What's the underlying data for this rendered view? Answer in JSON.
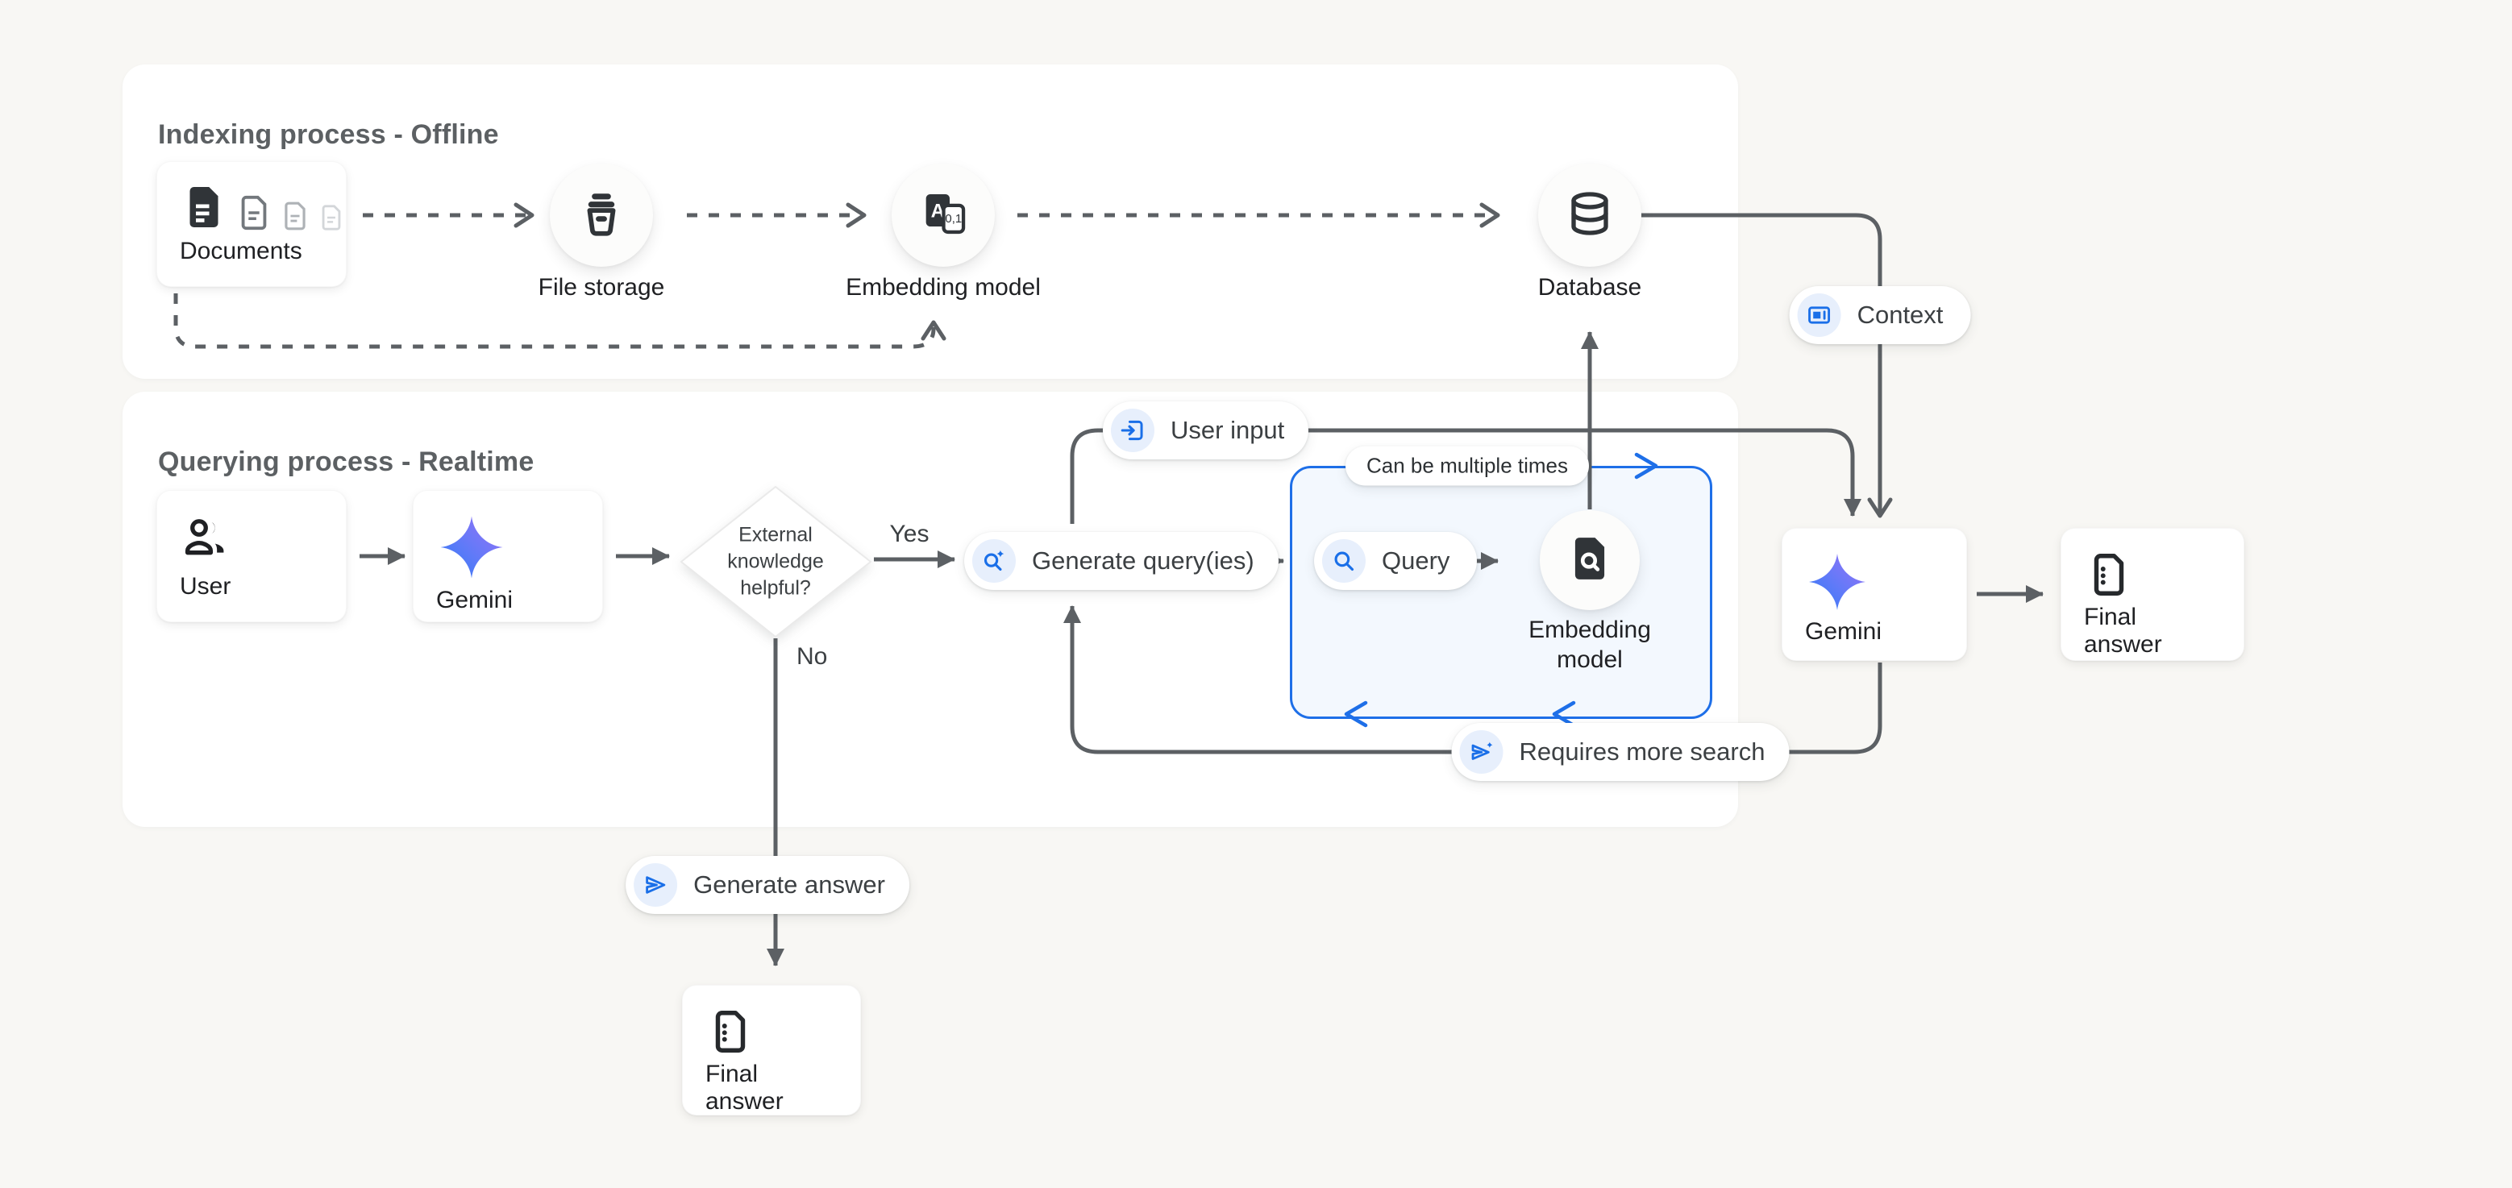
{
  "panels": {
    "indexing": {
      "title": "Indexing process - Offline"
    },
    "querying": {
      "title": "Querying process - Realtime"
    }
  },
  "nodes": {
    "documents": {
      "label": "Documents"
    },
    "file_storage": {
      "label": "File storage"
    },
    "embedding_model_indexing": {
      "label": "Embedding model"
    },
    "database": {
      "label": "Database"
    },
    "user": {
      "label": "User"
    },
    "gemini_query_analysis": {
      "label": "Gemini"
    },
    "decision": {
      "label": "External knowledge helpful?"
    },
    "generate_queries": {
      "label": "Generate query(ies)"
    },
    "query": {
      "label": "Query"
    },
    "embedding_model_query": {
      "label": "Embedding model"
    },
    "gemini_answer": {
      "label": "Gemini"
    },
    "final_answer_right": {
      "label": "Final answer"
    },
    "final_answer_bottom": {
      "label": "Final answer"
    }
  },
  "badges": {
    "context": {
      "label": "Context"
    },
    "user_input": {
      "label": "User input"
    },
    "can_be_multiple_times": {
      "label": "Can be multiple times"
    },
    "requires_more_search": {
      "label": "Requires more search"
    },
    "generate_answer": {
      "label": "Generate answer"
    }
  },
  "edge_labels": {
    "yes": "Yes",
    "no": "No"
  },
  "colors": {
    "background": "#f8f7f4",
    "panel": "#ffffff",
    "connector_gray": "#5c6064",
    "accent_blue": "#1a6fe8",
    "loop_box_fill": "#f3f8fe",
    "badge_icon_bg": "#e7effc",
    "text_primary": "#1f2023",
    "text_secondary": "#5c6063"
  }
}
